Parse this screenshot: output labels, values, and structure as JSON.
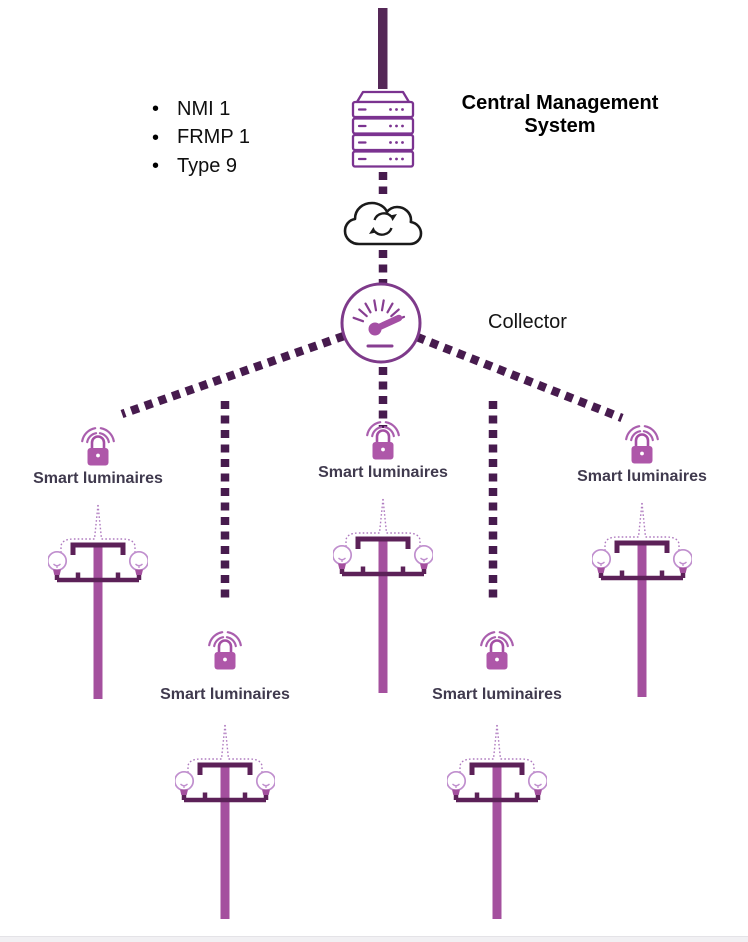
{
  "header": {
    "title": "Central Management System"
  },
  "attributes": {
    "items": [
      "NMI 1",
      "FRMP 1",
      "Type 9"
    ]
  },
  "collector": {
    "label": "Collector"
  },
  "nodes": [
    {
      "id": "smart-luminaires-1",
      "label": "Smart luminaires"
    },
    {
      "id": "smart-luminaires-2",
      "label": "Smart luminaires"
    },
    {
      "id": "smart-luminaires-3",
      "label": "Smart luminaires"
    },
    {
      "id": "smart-luminaires-4",
      "label": "Smart luminaires"
    },
    {
      "id": "smart-luminaires-5",
      "label": "Smart luminaires"
    }
  ],
  "connections": [
    {
      "from": "central-management-system",
      "to": "cloud",
      "style": "dotted"
    },
    {
      "from": "cloud",
      "to": "collector",
      "style": "dotted"
    },
    {
      "from": "collector",
      "to": "smart-luminaires-1",
      "style": "dotted"
    },
    {
      "from": "collector",
      "to": "smart-luminaires-2",
      "style": "dotted"
    },
    {
      "from": "collector",
      "to": "smart-luminaires-3",
      "style": "dotted"
    },
    {
      "from": "collector",
      "to": "smart-luminaires-4",
      "style": "dotted"
    },
    {
      "from": "collector",
      "to": "smart-luminaires-5",
      "style": "dotted"
    }
  ],
  "icons": {
    "central_management_system": "server-icon",
    "network": "cloud-sync-icon",
    "collector": "gauge-icon",
    "luminaire_link": "secured-wireless-lock-icon",
    "luminaire": "street-light-pole-icon"
  },
  "colors": {
    "top_bar": "#552857",
    "dotted_link": "#471b4e",
    "server_stroke": "#7b3390",
    "gauge_stroke": "#7e3a8a",
    "needle_magenta": "#a44fa4",
    "pole_magenta": "#a4509e",
    "crossarm_purple": "#5c2158",
    "lock_magenta": "#ae57a9",
    "wifi_arc": "#aa5fae",
    "bulb_outline": "#c08fce",
    "label_text": "#403a4e",
    "cloud_stroke": "#1a1a1a"
  }
}
